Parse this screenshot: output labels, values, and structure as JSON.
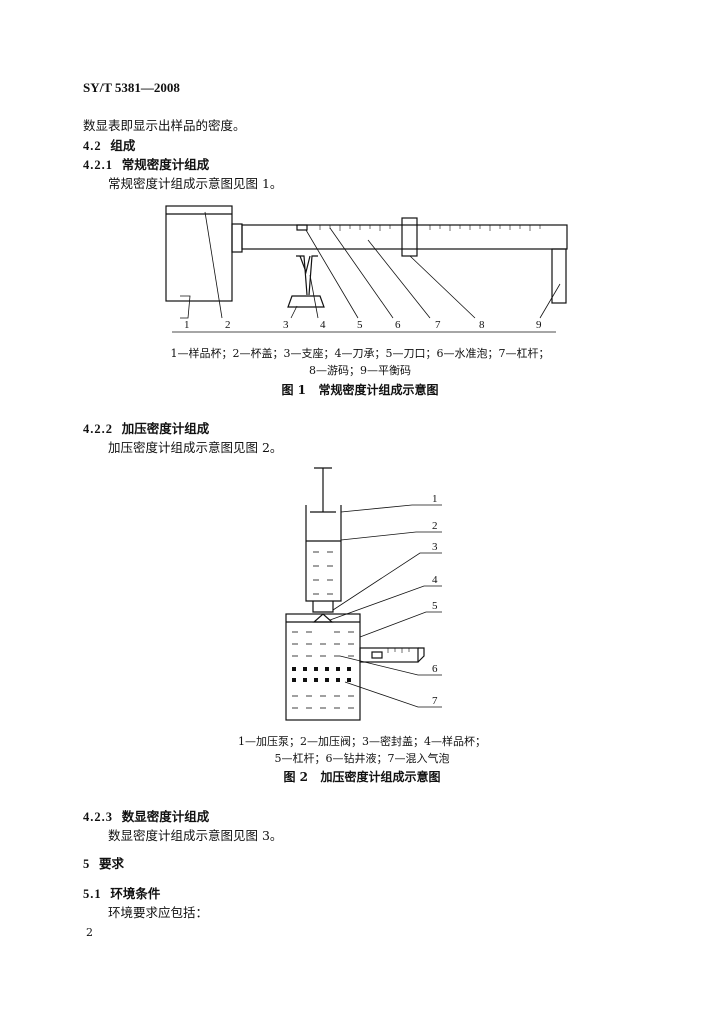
{
  "header": {
    "standard_id": "SY/T 5381—2008"
  },
  "body": {
    "intro_line": "数显表即显示出样品的密度。",
    "s42": {
      "num": "4.2",
      "title": "组成"
    },
    "s421": {
      "num": "4.2.1",
      "title": "常规密度计组成",
      "text": "常规密度计组成示意图见图 1。"
    },
    "fig1": {
      "labels": [
        "1",
        "2",
        "3",
        "4",
        "5",
        "6",
        "7",
        "8",
        "9"
      ],
      "legend_line1": "1—样品杯；2—杯盖；3—支座；4—刀承；5—刀口；6—水准泡；7—杠杆；",
      "legend_line2": "8—游码；9—平衡码",
      "caption_num": "图 1",
      "caption_title": "常规密度计组成示意图"
    },
    "s422": {
      "num": "4.2.2",
      "title": "加压密度计组成",
      "text": "加压密度计组成示意图见图 2。"
    },
    "fig2": {
      "labels": [
        "1",
        "2",
        "3",
        "4",
        "5",
        "6",
        "7"
      ],
      "legend_line1": "1—加压泵；2—加压阀；3—密封盖；4—样品杯；",
      "legend_line2": "5—杠杆；6—钻井液；7—混入气泡",
      "caption_num": "图 2",
      "caption_title": "加压密度计组成示意图"
    },
    "s423": {
      "num": "4.2.3",
      "title": "数显密度计组成",
      "text": "数显密度计组成示意图见图 3。"
    },
    "s5": {
      "num": "5",
      "title": "要求"
    },
    "s51": {
      "num": "5.1",
      "title": "环境条件",
      "text": "环境要求应包括："
    }
  },
  "footer": {
    "page_number": "2"
  }
}
